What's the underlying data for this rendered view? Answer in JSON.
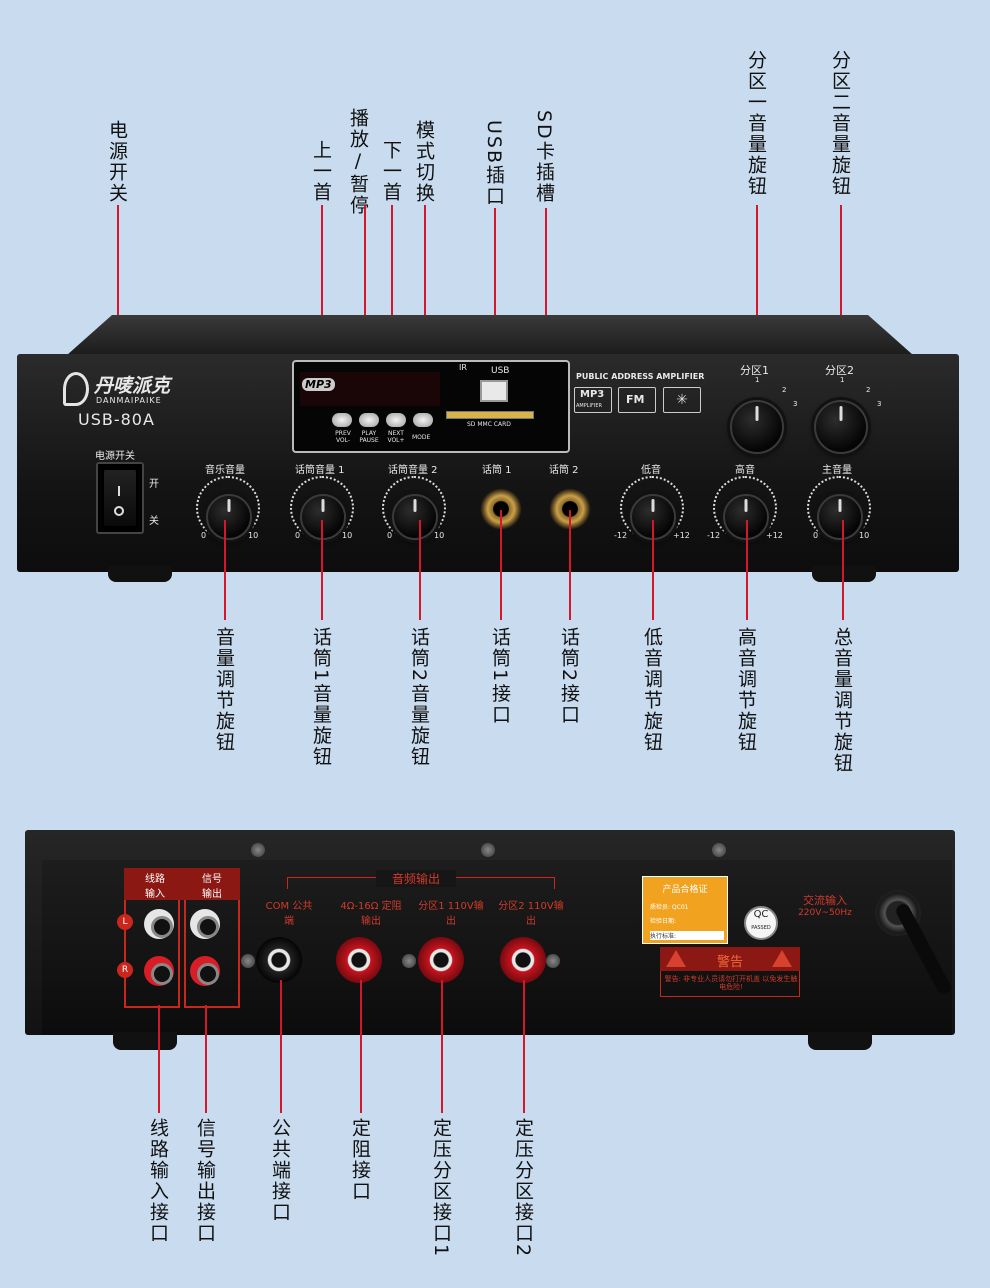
{
  "top_labels": {
    "power": "电源开关",
    "prev": "上一首",
    "play": "播放/暂停",
    "next": "下一首",
    "mode": "模式切换",
    "usb": "USB插口",
    "sd": "SD卡插槽",
    "zone1": "分区一音量旋钮",
    "zone2": "分区二音量旋钮"
  },
  "bottom_labels": {
    "music_vol": "音量调节旋钮",
    "mic1_vol": "话筒1音量旋钮",
    "mic2_vol": "话筒2音量旋钮",
    "mic1_jack": "话筒1接口",
    "mic2_jack": "话筒2接口",
    "bass": "低音调节旋钮",
    "treble": "高音调节旋钮",
    "master": "总音量调节旋钮"
  },
  "rear_labels": {
    "line_in": "线路输入接口",
    "signal_out": "信号输出接口",
    "common": "公共端接口",
    "fixed": "定阻接口",
    "zone1": "定压分区接口1",
    "zone2": "定压分区接口2"
  },
  "front_panel": {
    "brand_cn": "丹唛派克",
    "brand_en": "DANMAIPAIKE",
    "model": "USB-80A",
    "power_title": "电源开关",
    "on": "开",
    "off": "关",
    "mp3": "MP3",
    "ir": "IR",
    "usb": "USB",
    "sd_card": "SD MMC CARD",
    "prev": "PREV VOL-",
    "play": "PLAY PAUSE",
    "next": "NEXT VOL+",
    "mode": "MODE",
    "pa_title": "PUBLIC ADDRESS AMPLIFIER",
    "mp3_badge": "MP3",
    "amplifier": "AMPLIFIER",
    "fm": "FM",
    "zone1": "分区1",
    "zone2": "分区2",
    "music_vol": "音乐音量",
    "mic1_vol": "话筒音量 1",
    "mic2_vol": "话筒音量 2",
    "mic1": "话筒 1",
    "mic2": "话筒 2",
    "bass": "低音",
    "treble": "高音",
    "master": "主音量",
    "scale_0": "0",
    "scale_10": "10",
    "scale_m12": "-12",
    "scale_p12": "+12",
    "z1": "1",
    "z2": "2",
    "z3": "3"
  },
  "rear_panel": {
    "line_in": "线路 输入",
    "signal_out": "信号 输出",
    "L": "L",
    "R": "R",
    "audio_out": "音频输出",
    "com": "COM 公共端",
    "fixed": "4Ω-16Ω 定阻输出",
    "zone1": "分区1 110V输出",
    "zone2": "分区2 110V输出",
    "cert_title": "产品合格证",
    "cert_line1": "质检员: QC01",
    "cert_line2": "检验日期:",
    "cert_line3": "执行标准:",
    "qc": "QC",
    "passed": "PASSED",
    "ac_in": "交流输入",
    "ac_spec": "220V~50Hz",
    "warning_title": "警告",
    "warning_text": "警告: 非专业人员请勿打开机盖 以免发生触电危险!"
  }
}
